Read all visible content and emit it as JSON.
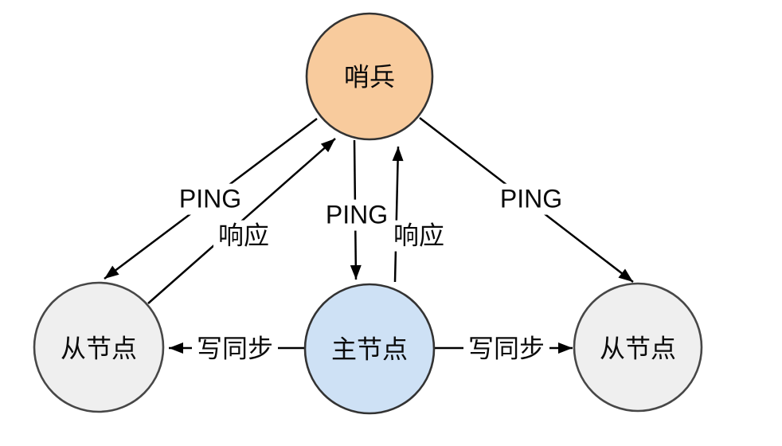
{
  "diagram": {
    "type": "topology-diagram",
    "background": "#ffffff",
    "edge_color": "#000000",
    "nodes": {
      "sentinel": {
        "label": "哨兵",
        "fill": "#F8CB9D",
        "stroke": "#333333"
      },
      "master": {
        "label": "主节点",
        "fill": "#CEE1F5",
        "stroke": "#333333"
      },
      "slave_left": {
        "label": "从节点",
        "fill": "#EFEFEF",
        "stroke": "#474747"
      },
      "slave_right": {
        "label": "从节点",
        "fill": "#EFEFEF",
        "stroke": "#474747"
      }
    },
    "edges": {
      "ping_left": {
        "label": "PING",
        "from": "sentinel",
        "to": "slave_left"
      },
      "resp_left": {
        "label": "响应",
        "from": "slave_left",
        "to": "sentinel"
      },
      "ping_mid": {
        "label": "PING",
        "from": "sentinel",
        "to": "master"
      },
      "resp_mid": {
        "label": "响应",
        "from": "master",
        "to": "sentinel"
      },
      "ping_right": {
        "label": "PING",
        "from": "sentinel",
        "to": "slave_right"
      },
      "sync_left": {
        "label": "写同步",
        "from": "master",
        "to": "slave_left"
      },
      "sync_right": {
        "label": "写同步",
        "from": "master",
        "to": "slave_right"
      }
    }
  }
}
